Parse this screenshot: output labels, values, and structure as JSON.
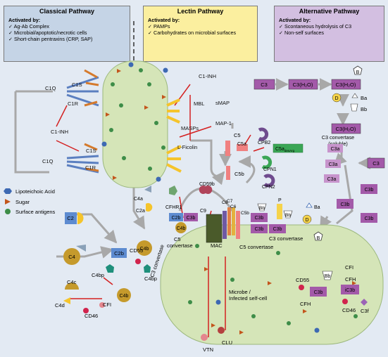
{
  "headers": {
    "classical": {
      "title": "Classical Pathway",
      "activated": "Activated by:",
      "items": [
        "Ag-Ab Complex",
        "Microbial/apoptotic/necrotic cells",
        "Short-chain pentraxins (CRP, SAP)"
      ]
    },
    "lectin": {
      "title": "Lectin Pathway",
      "activated": "Activated by:",
      "items": [
        "PAMPs",
        "Carbohydrates on microbial surfaces"
      ]
    },
    "alternative": {
      "title": "Alternative Pathway",
      "activated": "Activated by:",
      "items": [
        "Scontaneous hydrolysis of C3",
        "Non-self surfaces"
      ]
    }
  },
  "legend": {
    "lta": "Lipoteichoic Acid",
    "sugar": "Sugar",
    "antigens": "Surface antigens"
  },
  "colors": {
    "background": "#e3eaf3",
    "cell": "#d5e5b8",
    "classical_header": "#c5d4e6",
    "lectin_header": "#fbef9f",
    "alternative_header": "#d3bfe1",
    "inhibitor_line": "#d42020",
    "c3b_box": "#a35aa9",
    "c3a_box": "#c794cc",
    "c5_box": "#f08080",
    "c5a_box": "#3aa655"
  },
  "labels": {
    "c1q_top": "C1Q",
    "c1s_top": "C1S",
    "c1r_top": "C1R",
    "c1inh_left": "C1-INH",
    "c1s_bottom": "C1S",
    "c1q_bottom": "C1Q",
    "c1r_bottom": "C1R",
    "c1inh_top": "C1-INH",
    "mbl": "MBL",
    "smap": "sMAP",
    "masps": "MASPs",
    "map1": "MAP-1",
    "lficolin": "L-Ficolin",
    "c3": "C3",
    "c3h2o_1": "C3(H₂O)",
    "c3h2o_2": "C3(H₂O)",
    "b": "B",
    "d": "D",
    "ba_top": "Ba",
    "bb_top": "Bb",
    "c3h2o_3": "C3(H₂O)",
    "c3conv_sol": "C3 convertase",
    "c3conv_sol2": "(soluble)",
    "c5": "C5",
    "c5a": "C5a",
    "cpb2": "CPB2",
    "c5a_desarg": "C5a",
    "c5a_desarg_sub": "desArg",
    "cpn1": "CPN1",
    "cpn2": "CPN2",
    "c5b": "C5b",
    "c3_right": "C3",
    "c3a": [
      "C3a",
      "C3a",
      "C3a"
    ],
    "c3b_right": [
      "C3b",
      "C3b",
      "C3b"
    ],
    "c4a": "C4a",
    "c2a": "C2a",
    "cfhr1": "CFHR1",
    "c59b": "CD59b",
    "c9": "C9",
    "c8": "C8",
    "c7": "C7",
    "c6": "C6",
    "c5b_mac": "C5b",
    "mac": "MAC",
    "c5conv_left": "C5",
    "c5conv_left2": "convertase",
    "c2b_c3b": "C2b",
    "c3b_a": "C3b",
    "c4b_a": "C4b",
    "c3b_b": "C3b",
    "c3b_c": "C3b",
    "c3b_d": "C3b",
    "bb_mid": "Bb",
    "c5conv_mid": "C5 convertase",
    "p": "P",
    "bb_mid2": "Bb",
    "ba_mid": "Ba",
    "d_mid": "D",
    "c3conv_mid": "C3 convertase",
    "b_mid": "B",
    "c3conv_vert": "C3 convertase",
    "c2": "C2",
    "c4": "C4",
    "c2b": "C2b",
    "c4b": "C4b",
    "c55_a": "CD55",
    "c4bp_a": "C4bp",
    "c4bp_b": "C4bp",
    "c4c": "C4c",
    "c4d": "C4d",
    "cfi_left": "CFI",
    "cd46_left": "CD46",
    "c4b_sm": "C4b",
    "bb_low": "Bb",
    "cd55_b": "CD55",
    "cfi_right": "CFI",
    "cfh_right": "CFH",
    "ic3b": "iC3b",
    "cfh_low": "CFH",
    "c3b_low": "C3b",
    "cd46_right": "CD46",
    "c3f": "C3f",
    "microbe": "Microbe /",
    "microbe2": "Infected self-cell",
    "vtn": "VTN",
    "clu": "CLU"
  }
}
